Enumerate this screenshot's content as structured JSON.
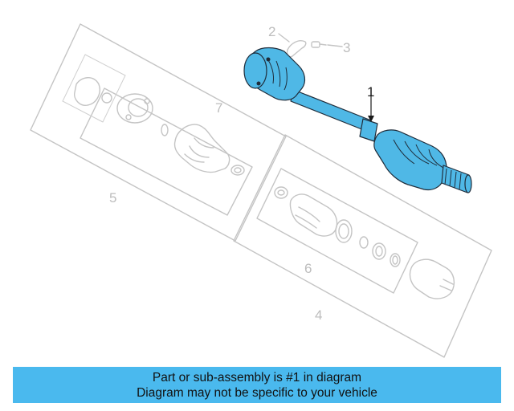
{
  "diagram": {
    "callouts": {
      "c1": "1",
      "c2": "2",
      "c3": "3",
      "c4": "4",
      "c5": "5",
      "c6": "6",
      "c7": "7"
    },
    "highlighted_part": "axle-shaft-assembly",
    "colors": {
      "highlight": "#4fb8e6",
      "outline": "#c4c4c4",
      "banner": "#4ab9ee"
    }
  },
  "footer": {
    "line1": "Part or sub-assembly is #1 in diagram",
    "line2": "Diagram may not be specific to your vehicle"
  }
}
